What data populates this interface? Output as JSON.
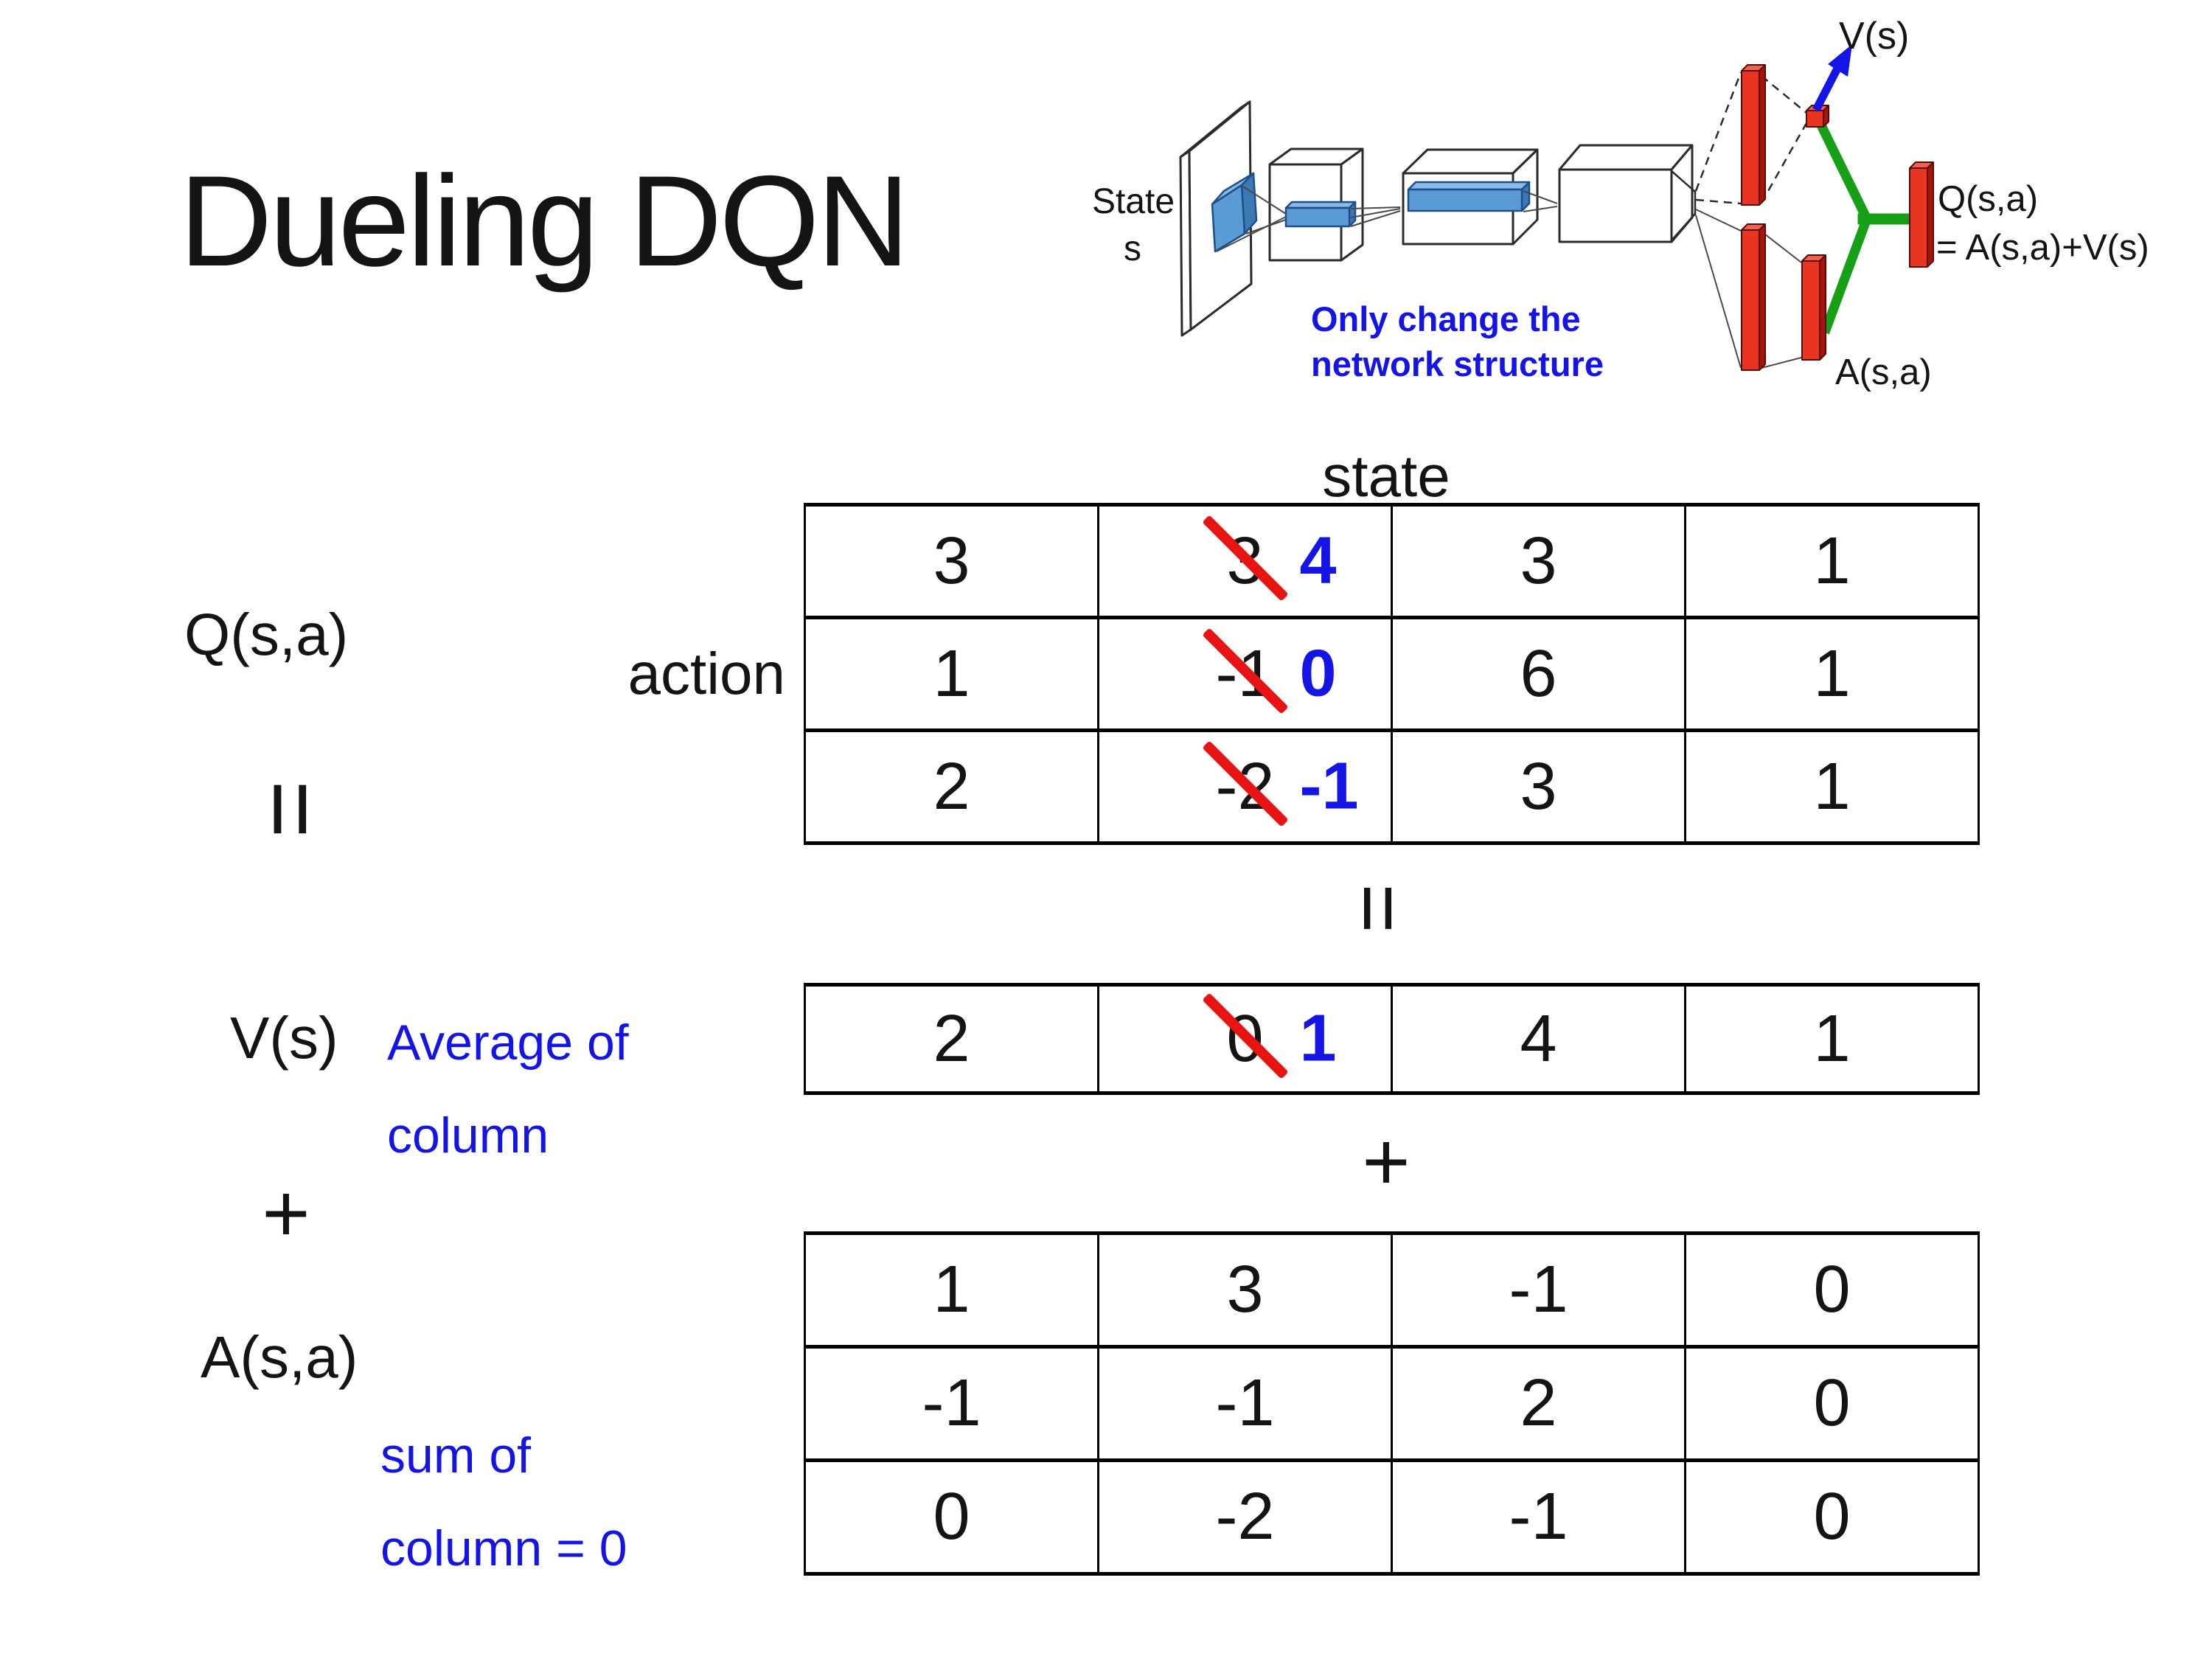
{
  "title": "Dueling DQN",
  "diagram": {
    "state_line1": "State",
    "state_line2": "s",
    "note_line1": "Only change the",
    "note_line2": "network structure",
    "v_output": "V(s)",
    "q_output_line1": "Q(s,a)",
    "q_output_line2": "= A(s,a)+V(s)",
    "a_output": "A(s,a)"
  },
  "labels": {
    "q": "Q(s,a)",
    "v": "V(s)",
    "a": "A(s,a)",
    "state_axis": "state",
    "action_axis": "action",
    "equals_left": "=",
    "equals_center": "=",
    "plus_left": "+",
    "plus_center": "+",
    "avg_line1": "Average of",
    "avg_line2": "column",
    "sum_line1": "sum of",
    "sum_line2": "column = 0"
  },
  "q_rows": [
    {
      "c1": "3",
      "old": "3",
      "new": "4",
      "c3": "3",
      "c4": "1"
    },
    {
      "c1": "1",
      "old": "-1",
      "new": "0",
      "c3": "6",
      "c4": "1"
    },
    {
      "c1": "2",
      "old": "-2",
      "new": "-1",
      "c3": "3",
      "c4": "1"
    }
  ],
  "v_row": {
    "c1": "2",
    "old": "0",
    "new": "1",
    "c3": "4",
    "c4": "1"
  },
  "a_rows": [
    {
      "c1": "1",
      "c2": "3",
      "c3": "-1",
      "c4": "0"
    },
    {
      "c1": "-1",
      "c2": "-1",
      "c3": "2",
      "c4": "0"
    },
    {
      "c1": "0",
      "c2": "-2",
      "c3": "-1",
      "c4": "0"
    }
  ],
  "colors": {
    "text": "#141414",
    "blue": "#1414e6",
    "red": "#e81414",
    "bar_red": "#e83420",
    "bar_red_dark": "#a81408",
    "conv_blue": "#5b9bd5",
    "conv_blue_light": "#8ab9e4",
    "conv_blue_dark": "#3c78b4",
    "green": "#16a016",
    "line": "#2b2b2b"
  }
}
